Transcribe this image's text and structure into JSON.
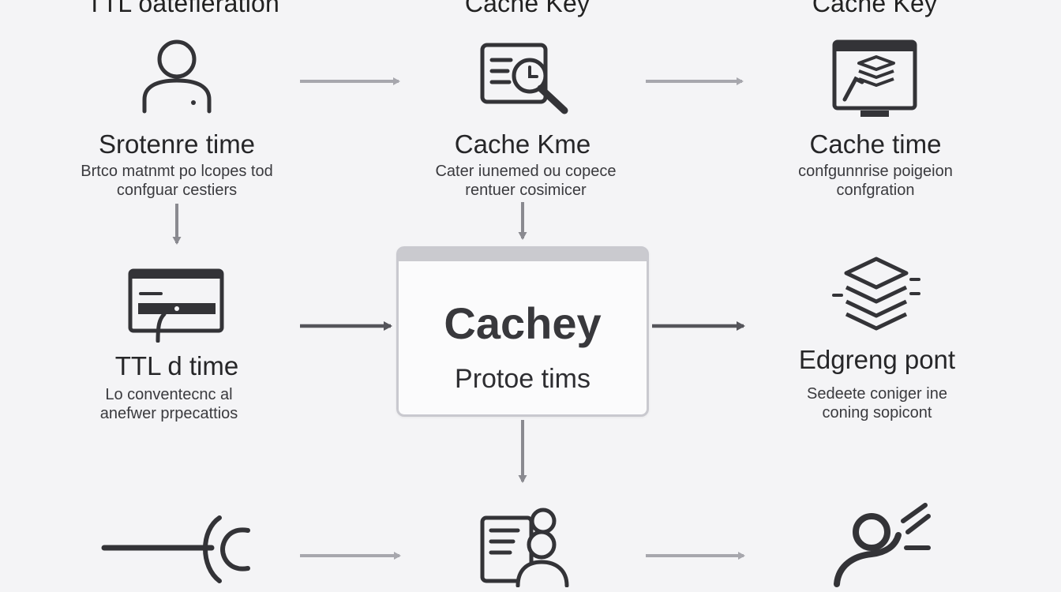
{
  "columns": [
    {
      "title": "TTL oatefieration"
    },
    {
      "title": "Cache Key"
    },
    {
      "title": "Cache Key"
    }
  ],
  "nodes": {
    "user": {
      "title": "Srotenre time",
      "desc": [
        "Brtco matnmt po lcopes tod",
        "confguar cestiers"
      ],
      "icon": "user-icon"
    },
    "cache_kme": {
      "title": "Cache Kme",
      "desc": [
        "Cater iunemed ou copece",
        "rentuer cosimicer"
      ],
      "icon": "document-search-icon"
    },
    "cache_time": {
      "title": "Cache time",
      "desc": [
        "confgunnrise poigeion",
        "confgration"
      ],
      "icon": "monitor-layers-icon"
    },
    "ttl": {
      "title": "TTL d time",
      "desc": [
        "Lo conventecnc al",
        "anefwer prpecattios"
      ],
      "icon": "card-terminal-icon"
    },
    "center": {
      "title": "Cachey",
      "subtitle": "Protoe tims"
    },
    "edge": {
      "title": "Edgreng pont",
      "desc": [
        "Sedeete coniger ine",
        "coning sopicont"
      ],
      "icon": "layers-stack-icon"
    },
    "bottom_left": {
      "icon": "plug-icon"
    },
    "bottom_middle": {
      "icon": "document-user-icon"
    },
    "bottom_right": {
      "icon": "user-speed-icon"
    }
  },
  "colors": {
    "arrow_light": "#a7a7ad",
    "arrow_dark": "#55555b",
    "icon": "#333337",
    "box_border": "#c9c9cf"
  }
}
